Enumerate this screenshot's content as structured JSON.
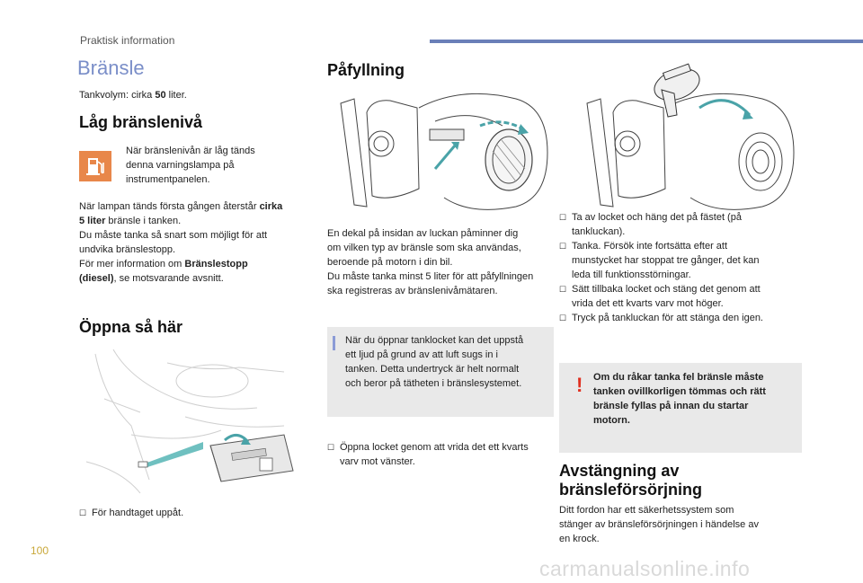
{
  "header": {
    "section_label": "Praktisk information"
  },
  "page": {
    "title": "Bränsle",
    "tank_volume_prefix": "Tankvolym: cirka ",
    "tank_volume_value": "50",
    "tank_volume_suffix": " liter.",
    "page_number": "100",
    "watermark": "carmanualsonline.info"
  },
  "low_fuel": {
    "heading": "Låg bränslenivå",
    "lamp_text_1": "När bränslenivån är låg tänds",
    "lamp_text_2": "denna varningslampa på",
    "lamp_text_3": "instrumentpanelen.",
    "line1_a": "När lampan tänds första gången återstår ",
    "line1_b": "cirka",
    "line2_a": "5 liter",
    "line2_b": " bränsle i tanken.",
    "line3": "Du måste tanka så snart som möjligt för att",
    "line4": "undvika bränslestopp.",
    "line5_a": "För mer information om ",
    "line5_b": "Bränslestopp",
    "line6_a": "(diesel)",
    "line6_b": ", se motsvarande avsnitt."
  },
  "open": {
    "heading": "Öppna så här",
    "step": "För handtaget uppåt."
  },
  "refuel": {
    "heading": "Påfyllning",
    "p1": "En dekal på insidan av luckan påminner dig",
    "p2": "om vilken typ av bränsle som ska användas,",
    "p3": "beroende på motorn i din bil.",
    "p4": "Du måste tanka minst 5 liter för att påfyllningen",
    "p5": "ska registreras av bränslenivåmätaren.",
    "info_1": "När du öppnar tanklocket kan det uppstå",
    "info_2": "ett ljud på grund av att luft sugs in i",
    "info_3": "tanken. Detta undertryck är helt normalt",
    "info_4": "och beror på tätheten i bränslesystemet.",
    "step_a": "Öppna locket genom att vrida det ett kvarts",
    "step_b": "varv mot vänster.",
    "steps": [
      {
        "a": "Ta av locket och häng det på fästet (på",
        "b": "tankluckan)."
      },
      {
        "a": "Tanka. Försök inte fortsätta efter att",
        "b": "munstycket har stoppat tre gånger, det kan",
        "c": "leda till funktionsstörningar."
      },
      {
        "a": "Sätt tillbaka locket och stäng det genom att",
        "b": "vrida det ett kvarts varv mot höger."
      },
      {
        "a": "Tryck på tankluckan för att stänga den igen."
      }
    ],
    "warn_1": "Om du råkar tanka fel bränsle måste",
    "warn_2": "tanken ovillkorligen tömmas och rätt",
    "warn_3": "bränsle fyllas på innan du startar",
    "warn_4": "motorn."
  },
  "shutoff": {
    "heading_1": "Avstängning av",
    "heading_2": "bränsleförsörjning",
    "p1": "Ditt fordon har ett säkerhetssystem som",
    "p2": "stänger av bränsleförsörjningen i händelse av",
    "p3": "en krock."
  },
  "colors": {
    "accent": "#7a8ec8",
    "warning_lamp": "#e8874a",
    "warning_mark": "#e03020",
    "arrow": "#4aa3a8",
    "box": "#e9e9e9"
  },
  "icons": {
    "fuel_lamp": "fuel-pump-icon",
    "info": "info-bar-icon",
    "warning": "exclamation-icon"
  }
}
